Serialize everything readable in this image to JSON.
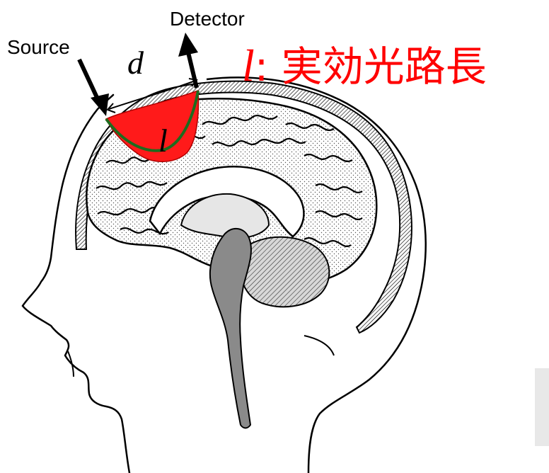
{
  "labels": {
    "source": "Source",
    "detector": "Detector",
    "distance_symbol": "d",
    "path_symbol": "l",
    "title_symbol": "l",
    "title_text": ": 実効光路長"
  },
  "colors": {
    "optical_region": "#ff1a1a",
    "path_curve": "#1e6b1e",
    "title": "#ff0000",
    "cerebellum_fill": "#bdbdbd",
    "brainstem_fill": "#8a8a8a"
  }
}
